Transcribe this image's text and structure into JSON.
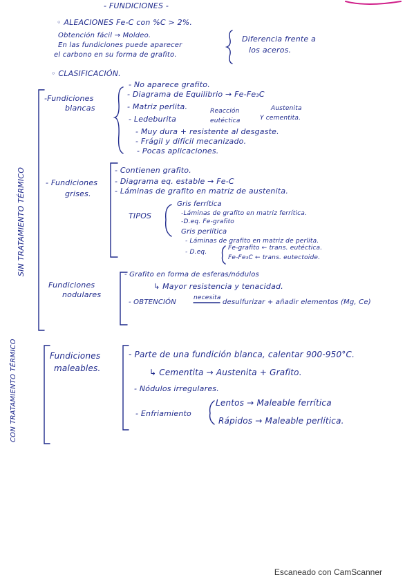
{
  "title": "- FUNDICIONES -",
  "intro": {
    "bullet1": "◦ ALEACIONES Fe-C con %C > 2%.",
    "left_line1": "Obtención fácil → Moldeo.",
    "left_line2": "En las fundiciones puede aparecer",
    "left_line3": "el carbono en su forma de grafito.",
    "right_line1": "Diferencia frente a",
    "right_line2": "los aceros."
  },
  "classification_label": "◦ CLASIFICACIÓN.",
  "side_label_top": "SIN TRATAMIENTO TÉRMICO",
  "side_label_bottom": "CON TRATAMIENTO TÉRMICO",
  "blancas": {
    "title1": "-Fundiciones",
    "title2": "blancas",
    "items": [
      "- No aparece grafito.",
      "- Diagrama de Equilibrio → Fe-Fe₃C",
      "- Matriz perlita.",
      "- Ledeburita",
      "- Muy dura + resistente al desgaste.",
      "- Frágil y difícil mecanizado.",
      "- Pocas aplicaciones."
    ],
    "reaction": "Reacción",
    "eutectic": "eutéctica",
    "austenite": "Austenita",
    "cementite": "Y cementita."
  },
  "grises": {
    "title1": "- Fundiciones",
    "title2": "grises.",
    "items": [
      "- Contienen grafito.",
      "- Diagrama eq. estable → Fe-C",
      "- Láminas de grafito en matriz de austenita."
    ],
    "tipos": "TIPOS",
    "ferritica": "Gris ferrítica",
    "ferr_1": "-Láminas de grafito en matriz ferrítica.",
    "ferr_2": "-D.eq. Fe-grafito",
    "perlitica": "Gris perlítica",
    "perl_1": "- Láminas de grafito en matriz de perlita.",
    "perl_2": "- D.eq.",
    "perl_3": "Fe-grafito ← trans. eutéctica.",
    "perl_4": "Fe-Fe₃C ← trans. eutectoide."
  },
  "nodulares": {
    "title1": "Fundiciones",
    "title2": "nodulares",
    "line1": "- Grafito en forma de esferas/nódulos",
    "line2": "↳ Mayor resistencia y tenacidad.",
    "line3a": "- OBTENCIÓN",
    "line3b": "necesita",
    "line3c": "desulfurizar + añadir elementos (Mg, Ce)"
  },
  "maleables": {
    "title1": "Fundiciones",
    "title2": "maleables.",
    "line1": "- Parte de una fundición blanca, calentar 900-950°C.",
    "line2": "↳ Cementita → Austenita + Grafito.",
    "line3": "- Nódulos irregulares.",
    "line4": "- Enfriamiento",
    "slow": "Lentos → Maleable ferrítica",
    "fast": "Rápidos → Maleable perlítica."
  },
  "footer": "Escaneado con CamScanner"
}
